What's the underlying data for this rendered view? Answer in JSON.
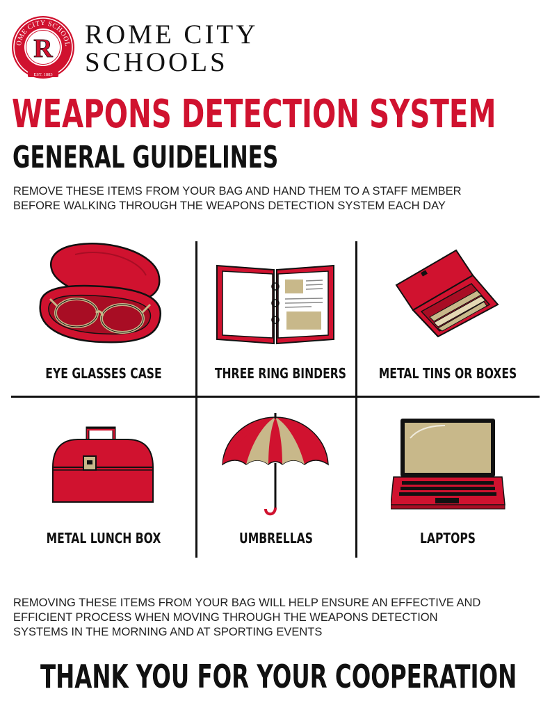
{
  "header": {
    "brand_line1": "ROME CITY",
    "brand_line2": "SCHOOLS",
    "logo": {
      "ring_text": "ROME CITY SCHOOLS",
      "monogram": "R",
      "est": "EST. 1883"
    }
  },
  "colors": {
    "brand_red": "#d0122f",
    "gold": "#c8b88a",
    "text_dark": "#111111"
  },
  "headline": "WEAPONS DETECTION SYSTEM",
  "subheadline": "GENERAL GUIDELINES",
  "intro": {
    "line1": "REMOVE THESE ITEMS FROM YOUR BAG AND HAND THEM TO A STAFF MEMBER",
    "line2": "BEFORE WALKING THROUGH THE WEAPONS DETECTION SYSTEM EACH DAY"
  },
  "items": [
    {
      "label": "EYE GLASSES CASE",
      "icon": "glasses-case-icon"
    },
    {
      "label": "THREE RING BINDERS",
      "icon": "binder-icon"
    },
    {
      "label": "METAL TINS OR BOXES",
      "icon": "pencil-tin-icon"
    },
    {
      "label": "METAL LUNCH BOX",
      "icon": "lunch-box-icon"
    },
    {
      "label": "UMBRELLAS",
      "icon": "umbrella-icon"
    },
    {
      "label": "LAPTOPS",
      "icon": "laptop-icon"
    }
  ],
  "outro": {
    "line1": "REMOVING THESE ITEMS FROM YOUR BAG WILL HELP ENSURE AN EFFECTIVE AND",
    "line2": "EFFICIENT PROCESS WHEN MOVING THROUGH THE WEAPONS DETECTION",
    "line3": "SYSTEMS IN THE MORNING AND AT SPORTING EVENTS"
  },
  "closing": "THANK YOU FOR YOUR COOPERATION"
}
